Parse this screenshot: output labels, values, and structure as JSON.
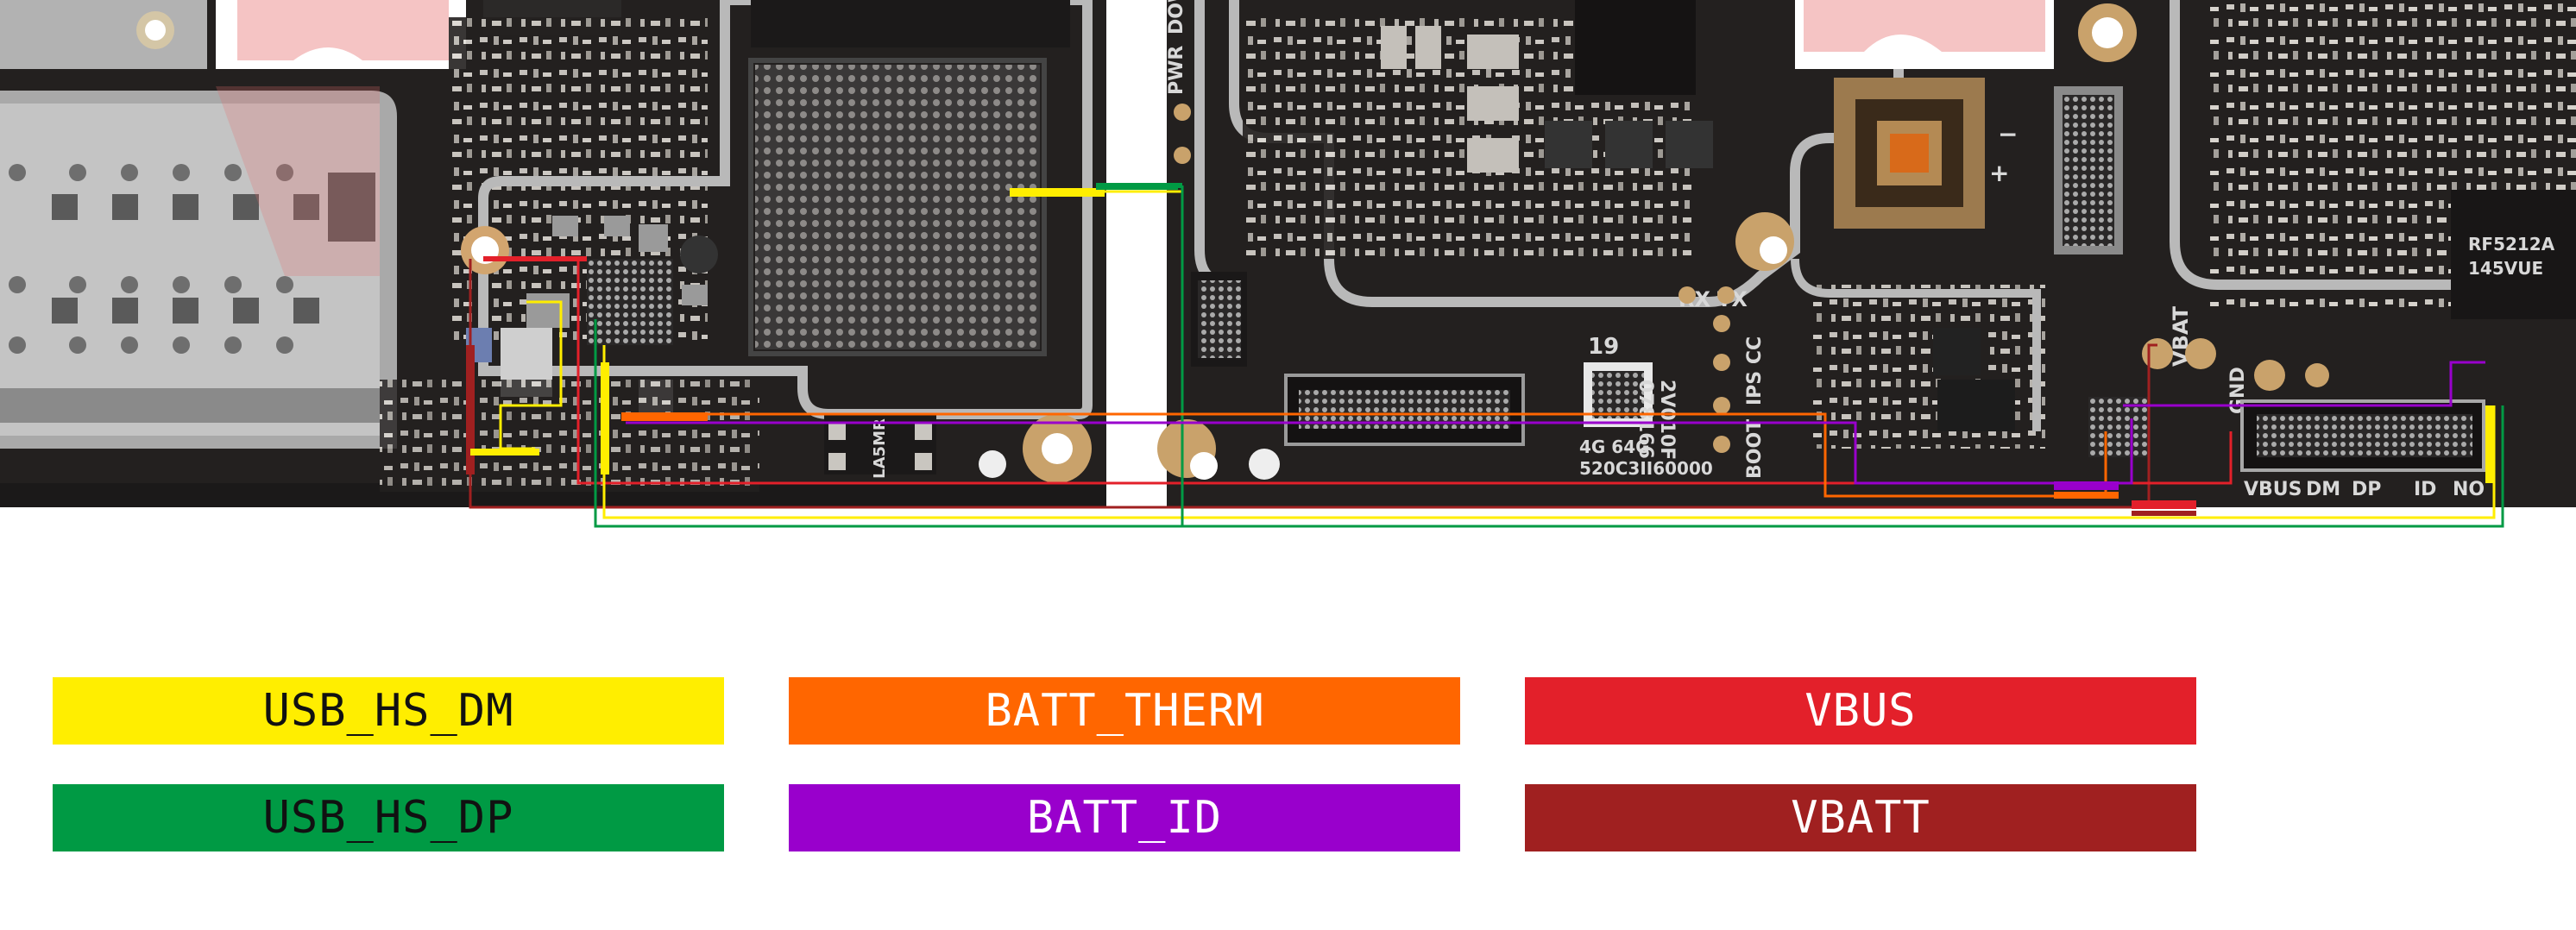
{
  "legend": [
    {
      "id": "usb-hs-dm",
      "label": "USB_HS_DM",
      "color": "#ffee00",
      "text": "#111111"
    },
    {
      "id": "usb-hs-dp",
      "label": "USB_HS_DP",
      "color": "#009a44",
      "text": "#111111"
    },
    {
      "id": "batt-therm",
      "label": "BATT_THERM",
      "color": "#ff6600",
      "text": "#ffffff"
    },
    {
      "id": "batt-id",
      "label": "BATT_ID",
      "color": "#9900cc",
      "text": "#ffffff"
    },
    {
      "id": "vbus",
      "label": "VBUS",
      "color": "#e3202a",
      "text": "#ffffff"
    },
    {
      "id": "vbatt",
      "label": "VBATT",
      "color": "#a02020",
      "text": "#ffffff"
    }
  ],
  "board_labels": {
    "pwr": "PWR",
    "down": "DOWN",
    "rx": "RX",
    "tx": "TX",
    "boot": "BOOT",
    "ips_cc": "IPS CC",
    "marking_19": "19",
    "marking_2v": "2V010F",
    "marking_078": "078166",
    "mem": "4G 64G",
    "serial": "520C3II60000",
    "la": "LA5MR",
    "vbat": "VBAT",
    "gnd": "GND",
    "vbus": "VBUS",
    "dm": "DM",
    "dp": "DP",
    "id": "ID",
    "no": "NO",
    "rf": "RF5212A",
    "rf2": "145VUE",
    "minus": "−",
    "plus": "+"
  },
  "colors": {
    "pcb": "#23201f",
    "pcb_dark": "#161414",
    "shield": "#b9b9b9",
    "gold": "#c9a26b",
    "background": "#ffffff"
  }
}
